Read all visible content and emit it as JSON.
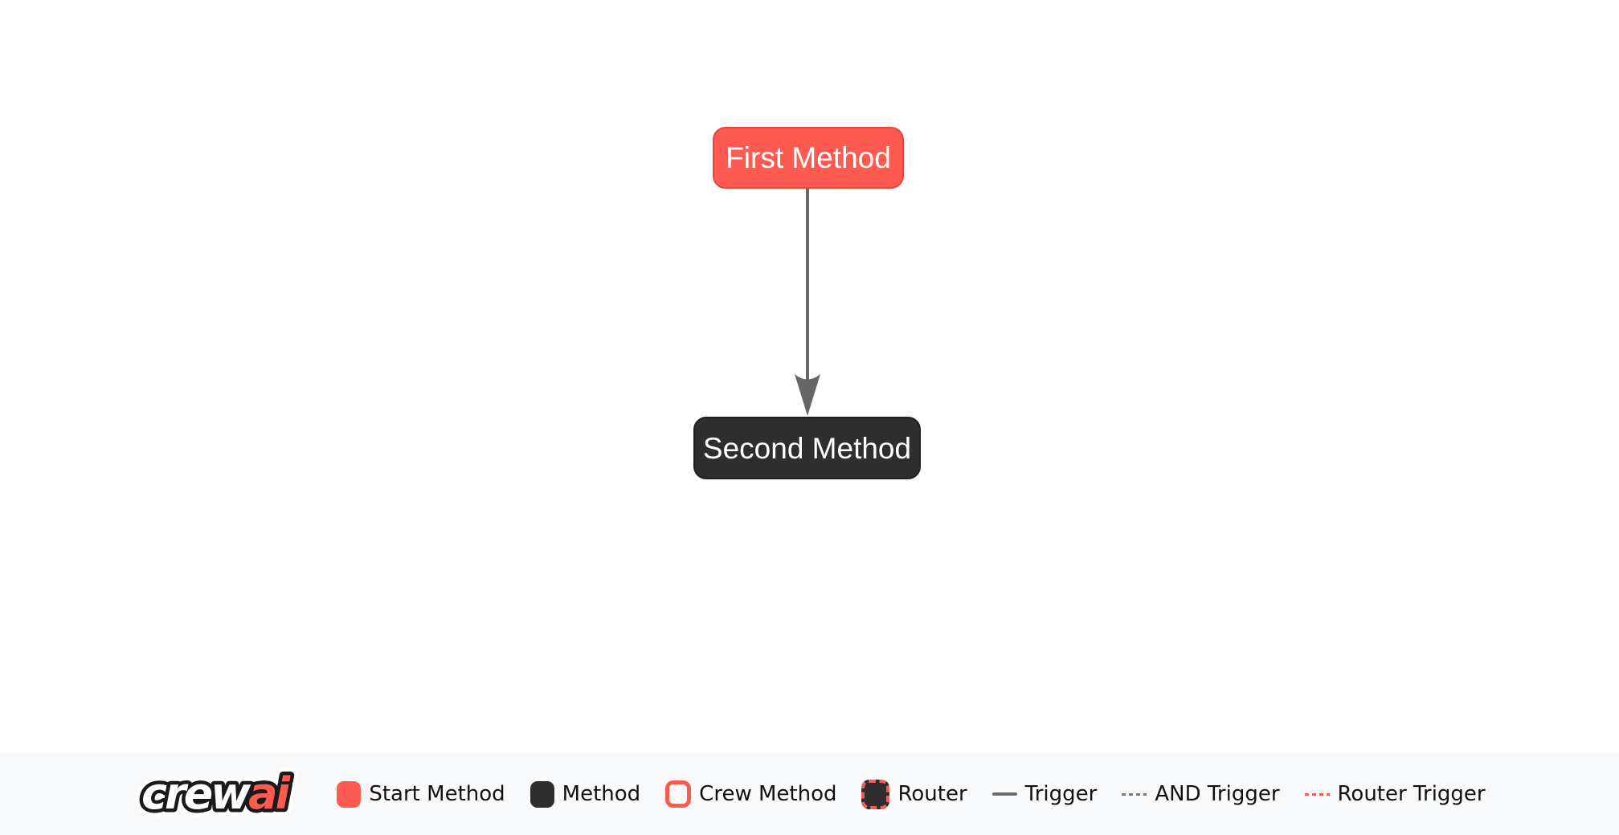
{
  "diagram": {
    "nodes": [
      {
        "label": "First Method",
        "type": "start-method"
      },
      {
        "label": "Second Method",
        "type": "method"
      }
    ],
    "edge": {
      "from": "First Method",
      "to": "Second Method",
      "type": "trigger",
      "direction": "down"
    }
  },
  "logo": {
    "part_crew": "crew",
    "part_ai": "ai"
  },
  "legend": {
    "items": [
      {
        "label": "Start Method",
        "swatch": "start-method-swatch"
      },
      {
        "label": "Method",
        "swatch": "method-swatch"
      },
      {
        "label": "Crew Method",
        "swatch": "crew-method-swatch"
      },
      {
        "label": "Router",
        "swatch": "router-swatch"
      },
      {
        "label": "Trigger",
        "swatch": "trigger-line"
      },
      {
        "label": "AND Trigger",
        "swatch": "and-trigger-line"
      },
      {
        "label": "Router Trigger",
        "swatch": "router-trigger-line"
      }
    ]
  },
  "colors": {
    "start_method_bg": "#FF5A50",
    "start_method_border": "#E04840",
    "method_bg": "#2E2E2E",
    "method_border": "#212121",
    "edge_gray": "#666666",
    "router_trigger_red": "#FF5A50",
    "footer_bg": "#F8F9FA",
    "node_text": "#FFFFFF",
    "legend_text": "#111111"
  }
}
